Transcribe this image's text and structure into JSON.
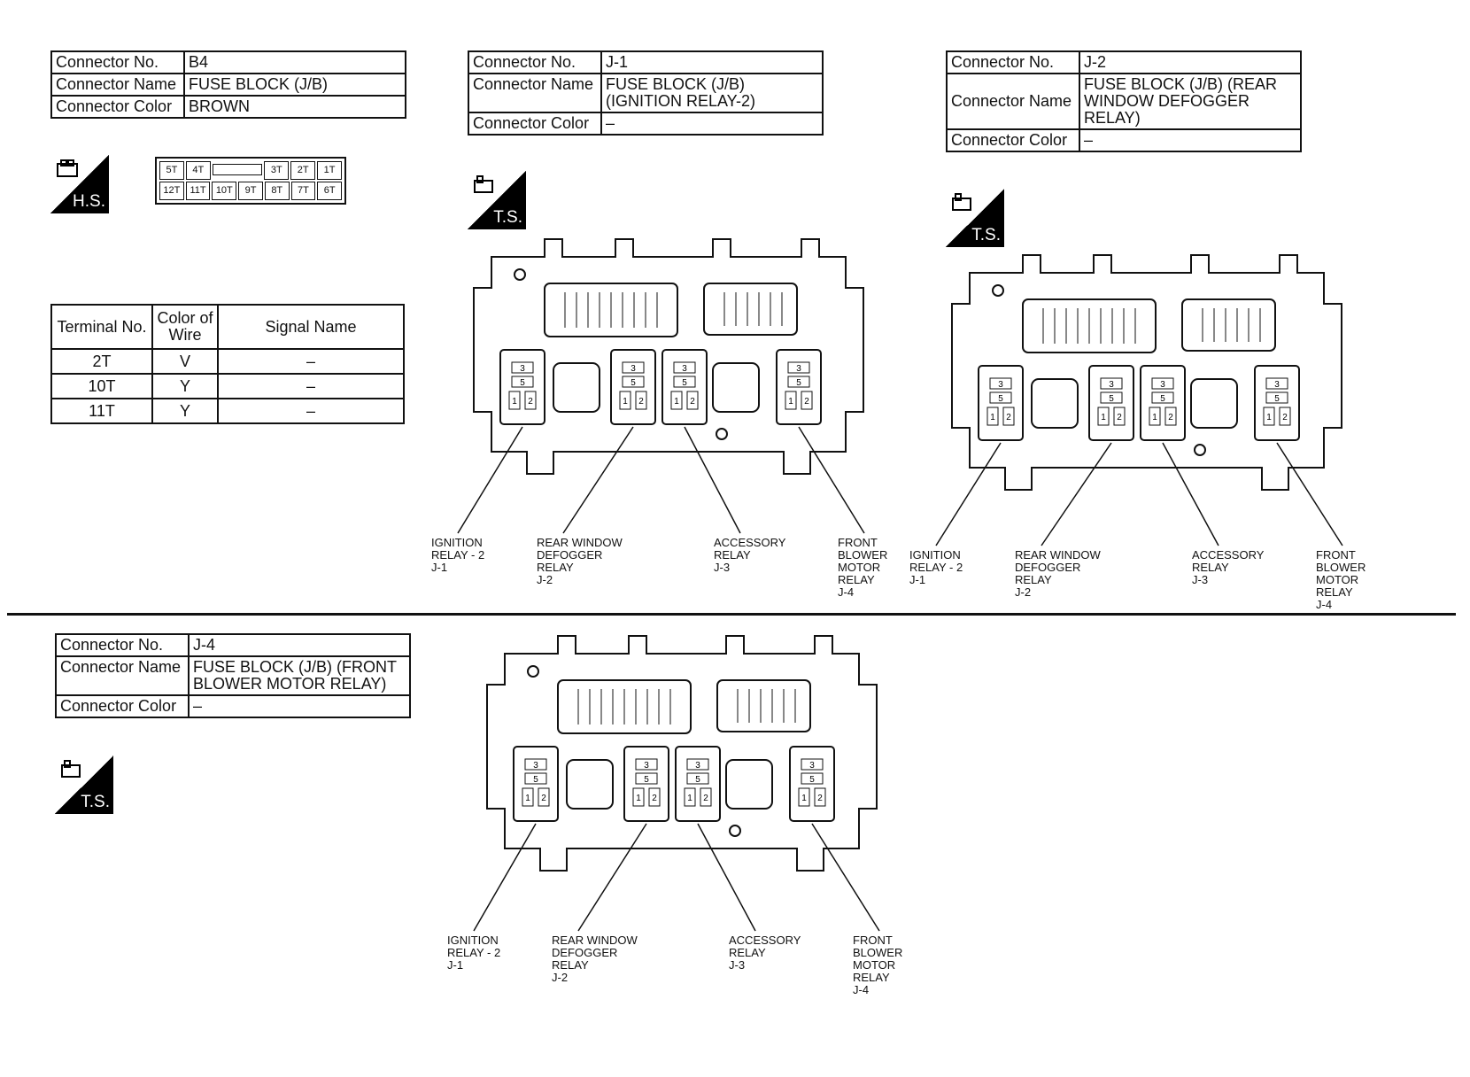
{
  "b4": {
    "rows": [
      {
        "label": "Connector No.",
        "value": "B4"
      },
      {
        "label": "Connector Name",
        "value": "FUSE BLOCK (J/B)"
      },
      {
        "label": "Connector Color",
        "value": "BROWN"
      }
    ],
    "badge": "H.S.",
    "pins_top": [
      "5T",
      "4T",
      "",
      "3T",
      "2T",
      "1T"
    ],
    "pins_bottom": [
      "12T",
      "11T",
      "10T",
      "9T",
      "8T",
      "7T",
      "6T"
    ],
    "terminal_header": {
      "terminal": "Terminal No.",
      "color": "Color of Wire",
      "signal": "Signal Name"
    },
    "terminals": [
      {
        "no": "2T",
        "color": "V",
        "signal": "–"
      },
      {
        "no": "10T",
        "color": "Y",
        "signal": "–"
      },
      {
        "no": "11T",
        "color": "Y",
        "signal": "–"
      }
    ]
  },
  "j1": {
    "rows": [
      {
        "label": "Connector No.",
        "value": "J-1"
      },
      {
        "label": "Connector Name",
        "value": "FUSE BLOCK (J/B) (IGNITION RELAY-2)"
      },
      {
        "label": "Connector Color",
        "value": "–"
      }
    ],
    "badge": "T.S."
  },
  "j2": {
    "rows": [
      {
        "label": "Connector No.",
        "value": "J-2"
      },
      {
        "label": "Connector Name",
        "value": "FUSE BLOCK (J/B) (REAR WINDOW DEFOGGER RELAY)"
      },
      {
        "label": "Connector Color",
        "value": "–"
      }
    ],
    "badge": "T.S."
  },
  "j4": {
    "rows": [
      {
        "label": "Connector No.",
        "value": "J-4"
      },
      {
        "label": "Connector Name",
        "value": "FUSE BLOCK (J/B) (FRONT BLOWER MOTOR RELAY)"
      },
      {
        "label": "Connector Color",
        "value": "–"
      }
    ],
    "badge": "T.S."
  },
  "relay_pins": [
    "3",
    "5",
    "1",
    "2"
  ],
  "callouts": [
    "IGNITION\nRELAY - 2\nJ-1",
    "REAR WINDOW\nDEFOGGER\nRELAY\nJ-2",
    "ACCESSORY\nRELAY\nJ-3",
    "FRONT\nBLOWER\nMOTOR\nRELAY\nJ-4"
  ]
}
